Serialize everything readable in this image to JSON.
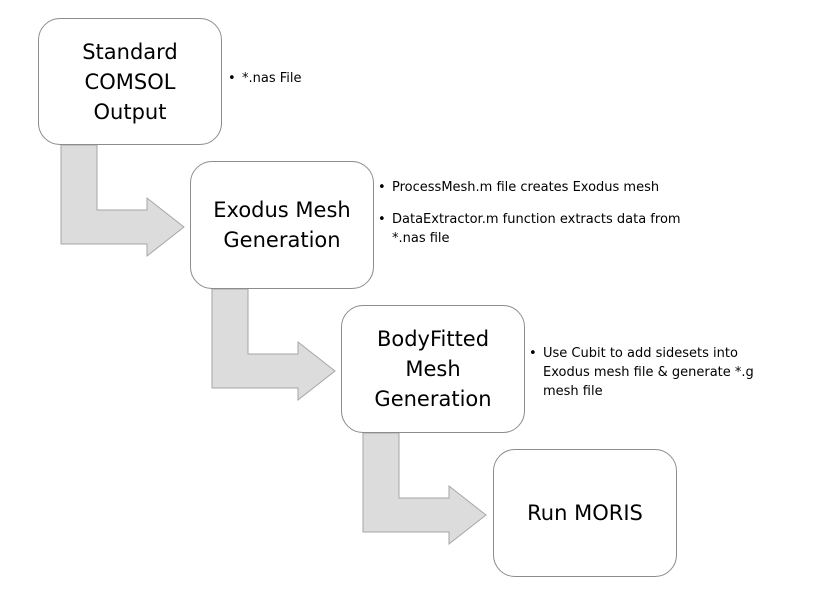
{
  "steps": [
    {
      "title": "Standard\nCOMSOL\nOutput",
      "notes": [
        "*.nas File"
      ]
    },
    {
      "title": "Exodus Mesh\nGeneration",
      "notes": [
        "ProcessMesh.m file creates Exodus mesh",
        "DataExtractor.m function extracts data from *.nas file"
      ]
    },
    {
      "title": "BodyFitted\nMesh\nGeneration",
      "notes": [
        "Use Cubit to add sidesets into Exodus mesh file & generate *.g mesh file"
      ]
    },
    {
      "title": "Run MORIS",
      "notes": []
    }
  ],
  "colors": {
    "arrow_fill": "#dcdcdc",
    "arrow_stroke": "#a6a6a6",
    "box_border": "#8c8c8c"
  }
}
